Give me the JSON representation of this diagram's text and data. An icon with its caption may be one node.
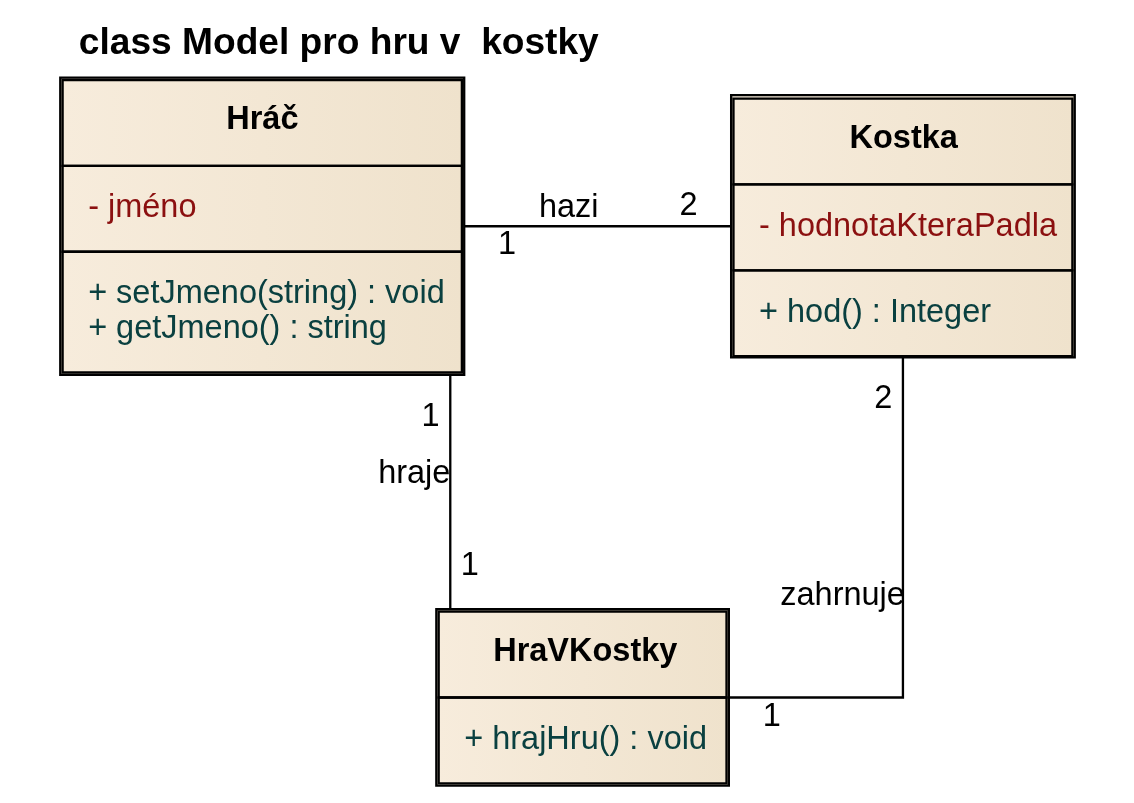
{
  "diagram": {
    "title": "class Model pro hru v  kostky",
    "nodes": [
      {
        "text": [
          "Hráč",
          "- jméno",
          "+ setJmeno(string) : void",
          "+ getJmeno() : string"
        ]
      },
      {
        "text": [
          "Kostka",
          "- hodnotaKteraPadla",
          "+ hod() : Integer"
        ]
      },
      {
        "text": [
          "HraVKostky",
          "+ hrajHru() : void"
        ]
      }
    ],
    "edges": [
      {
        "from": 0,
        "to": 1,
        "arrow": "none",
        "label": "hazi"
      },
      {
        "from": 0,
        "to": 2,
        "arrow": "none",
        "label": "hraje"
      },
      {
        "from": 1,
        "to": 2,
        "arrow": "none",
        "label": "zahrnuje"
      }
    ],
    "labels": [
      "1",
      "2",
      "1",
      "2",
      "1",
      "1"
    ]
  }
}
